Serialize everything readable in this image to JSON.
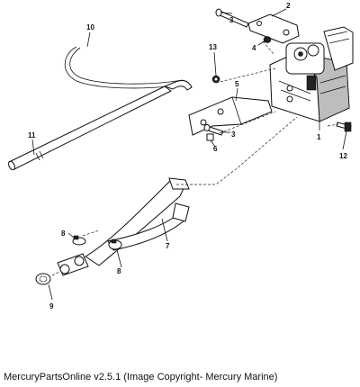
{
  "callouts": {
    "c1": "1",
    "c2": "2",
    "c3a": "3",
    "c3b": "3",
    "c4": "4",
    "c5": "5",
    "c6": "6",
    "c7": "7",
    "c8a": "8",
    "c8b": "8",
    "c9": "9",
    "c10": "10",
    "c11": "11",
    "c12": "12",
    "c13": "13"
  },
  "footer": {
    "caption": "MercuryPartsOnline v2.5.1 (Image Copyright- Mercury Marine)"
  }
}
